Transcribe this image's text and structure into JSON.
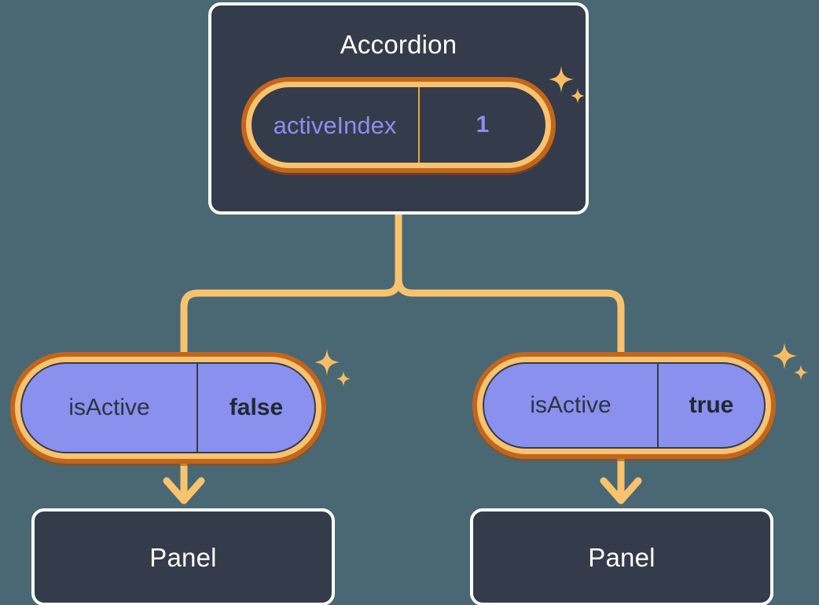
{
  "theme": {
    "background": "#4a6873",
    "card_bg": "#343b4a",
    "card_border": "#ffffff",
    "ring_outer": "#c3661c",
    "ring_inner": "#f8c36e",
    "connector": "#f8c36e",
    "pill_fill_purple": "#8a90ee",
    "accent_text_purple": "#8a8fee",
    "title_text": "#ffffff",
    "pill_text_dark": "#2e3440"
  },
  "diagram": {
    "type": "component-state-tree",
    "root": {
      "name": "accordion-component",
      "title": "Accordion",
      "state": {
        "key": "activeIndex",
        "value": "1"
      },
      "sparkle_icon": "sparkles-icon"
    },
    "children": [
      {
        "name": "panel-branch-left",
        "prop": {
          "key": "isActive",
          "value": "false"
        },
        "component": {
          "title": "Panel"
        },
        "sparkle_icon": "sparkles-icon"
      },
      {
        "name": "panel-branch-right",
        "prop": {
          "key": "isActive",
          "value": "true"
        },
        "component": {
          "title": "Panel"
        },
        "sparkle_icon": "sparkles-icon"
      }
    ]
  }
}
